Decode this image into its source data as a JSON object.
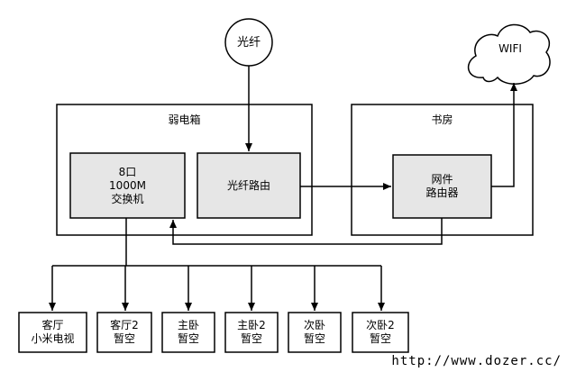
{
  "nodes": {
    "fiber": {
      "label": "光纤"
    },
    "wifi": {
      "label": "WIFI"
    },
    "weak_box": {
      "label": "弱电箱"
    },
    "study": {
      "label": "书房"
    },
    "switch": {
      "lines": [
        "8口",
        "1000M",
        "交换机"
      ]
    },
    "fiber_router": {
      "label": "光纤路由"
    },
    "mesh_router": {
      "lines": [
        "网件",
        "路由器"
      ]
    },
    "living_tv": {
      "lines": [
        "客厅",
        "小米电视"
      ]
    },
    "living_2": {
      "lines": [
        "客厅2",
        "暂空"
      ]
    },
    "master": {
      "lines": [
        "主卧",
        "暂空"
      ]
    },
    "master_2": {
      "lines": [
        "主卧2",
        "暂空"
      ]
    },
    "second": {
      "lines": [
        "次卧",
        "暂空"
      ]
    },
    "second_2": {
      "lines": [
        "次卧2",
        "暂空"
      ]
    }
  },
  "watermark": "http://www.dozer.cc/",
  "colors": {
    "stroke": "#000000",
    "box_fill": "#e6e6e6",
    "background": "#ffffff"
  }
}
